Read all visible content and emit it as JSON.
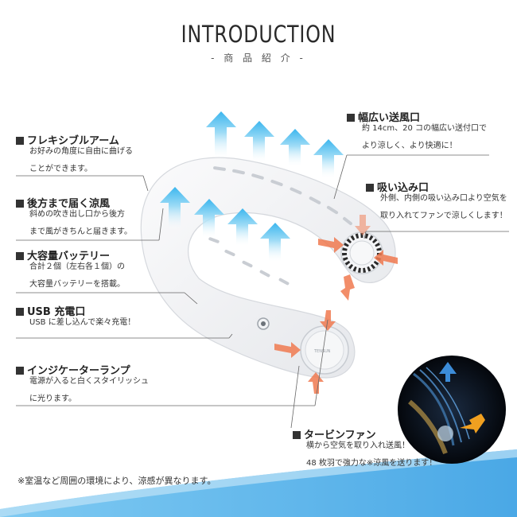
{
  "header": {
    "title": "INTRODUCTION",
    "subtitle": "- 商 品 紹 介 -"
  },
  "features": [
    {
      "id": "flexible-arm",
      "title": "フレキシブルアーム",
      "desc": [
        "お好みの角度に自由に曲げる",
        "ことができます。"
      ]
    },
    {
      "id": "rear-airflow",
      "title": "後方まで届く涼風",
      "desc": [
        "斜めの吹き出し口から後方",
        "まで風がきちんと届きます。"
      ]
    },
    {
      "id": "battery",
      "title": "大容量バッテリー",
      "desc": [
        "合計２個（左右各１個）の",
        "大容量バッテリーを搭載。"
      ]
    },
    {
      "id": "usb-port",
      "title": "USB 充電口",
      "desc": [
        "USB に差し込んで楽々充電！"
      ]
    },
    {
      "id": "indicator",
      "title": "インジケーターランプ",
      "desc": [
        "電源が入ると白くスタイリッシュ",
        "に光ります。"
      ]
    },
    {
      "id": "wide-vent",
      "title": "幅広い送風口",
      "desc": [
        "約 14cm、20 コの幅広い送付口で",
        "より涼しく、より快適に！"
      ]
    },
    {
      "id": "intake",
      "title": "吸い込み口",
      "desc": [
        "外側、内側の吸い込み口より空気を",
        "取り入れてファンで涼しくします！"
      ]
    },
    {
      "id": "turbine-fan",
      "title": "タービンファン",
      "desc": [
        "横から空気を取り入れ送風！",
        "48 枚羽で強力な※涼風を送ります！"
      ]
    }
  ],
  "footnote": "※室温など周囲の環境により、涼感が異なります。",
  "colors": {
    "blue_arrow": "#5cc8f0",
    "orange_arrow": "#f07a50",
    "device": "#f4f5f7",
    "footer_band": "#5cb8ec"
  }
}
